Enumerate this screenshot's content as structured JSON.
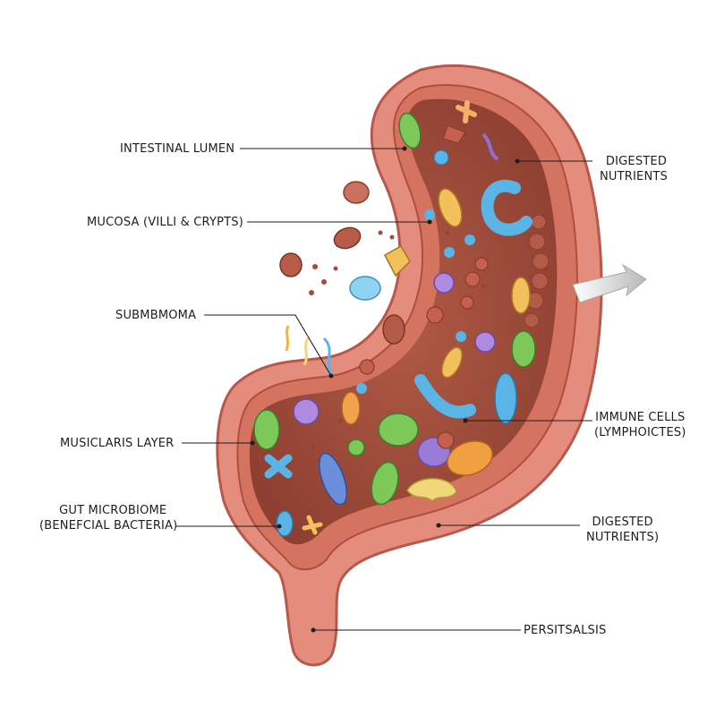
{
  "labels": {
    "intestinal_lumen": "INTESTINAL LUMEN",
    "mucosa": "MUCOSA (VILLI & CRYPTS)",
    "submucosa": "SUBMBMOMA",
    "muscularis": "MUSICLARIS LAYER",
    "gut_microbiome": [
      "GUT MICROBIOME",
      "(BENEFCIAL BACTERIA)"
    ],
    "digested_nutrients_top": [
      "DIGESTED",
      "NUTRIENTS"
    ],
    "immune_cells": [
      "IMMUNE CELLS",
      "(LYMPHOICTES)"
    ],
    "digested_nutrients_bottom": [
      "DIGESTED",
      "NUTRIENTS)"
    ],
    "peristalsis": "PERSITSALSIS"
  },
  "colors": {
    "outer_wall": "#e08878",
    "wall_stroke": "#b9574c",
    "lumen": "#a8503f",
    "bacteria_green": "#7cc95a",
    "bacteria_blue": "#5ab4e6",
    "bacteria_purple": "#9b7bd8",
    "bacteria_orange": "#f0a040",
    "bacteria_yellow": "#f2d67a",
    "arrow": "#c8c8c8"
  }
}
